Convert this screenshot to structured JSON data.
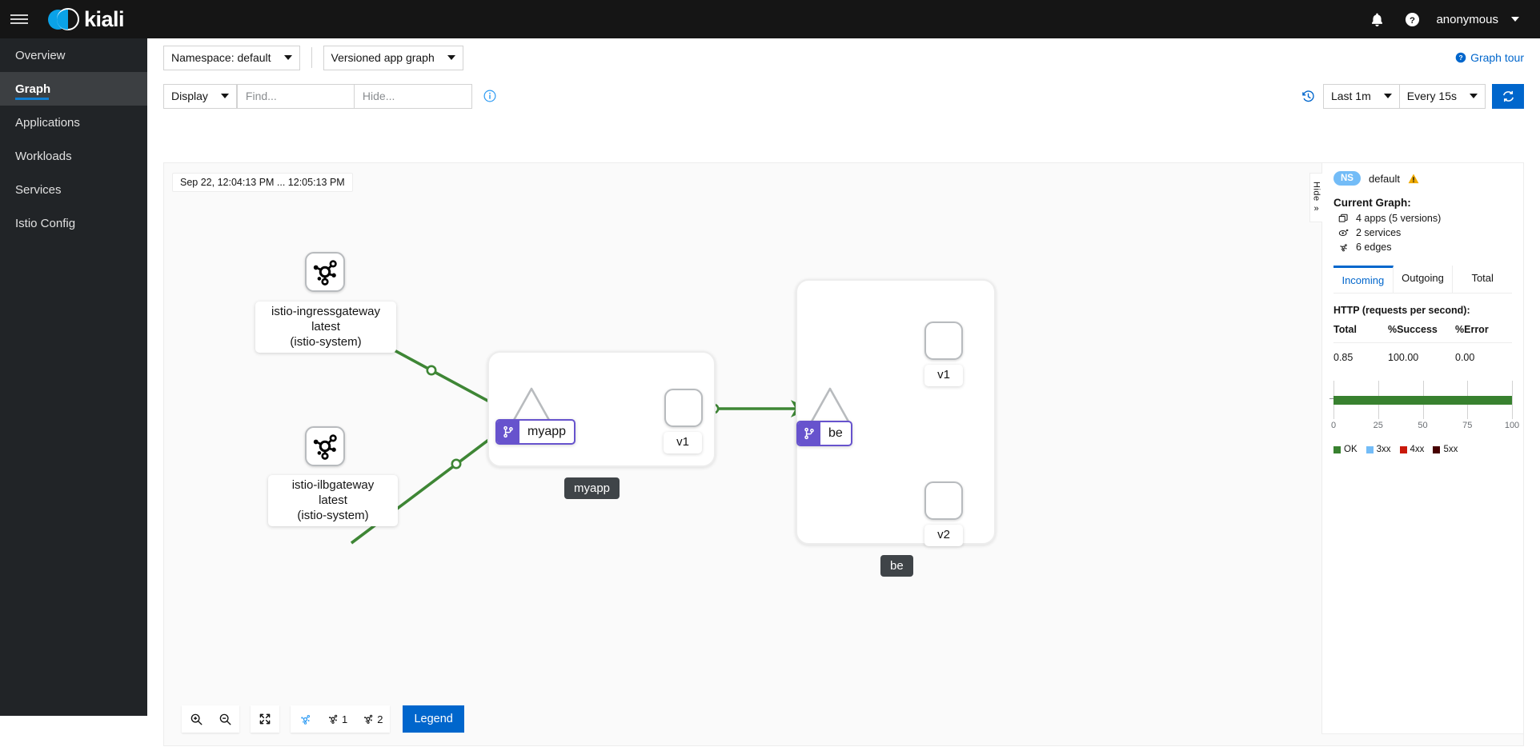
{
  "masthead": {
    "menu_icon": "hamburger-icon",
    "brand": "kiali",
    "notification_icon": "bell-icon",
    "help_icon": "help-circle-icon",
    "user": "anonymous",
    "user_caret": "chevron-down-icon"
  },
  "sidebar": {
    "items": [
      {
        "label": "Overview",
        "active": false
      },
      {
        "label": "Graph",
        "active": true
      },
      {
        "label": "Applications",
        "active": false
      },
      {
        "label": "Workloads",
        "active": false
      },
      {
        "label": "Services",
        "active": false
      },
      {
        "label": "Istio Config",
        "active": false
      }
    ]
  },
  "toolbar": {
    "namespace_select": "Namespace: default",
    "graph_type_select": "Versioned app graph",
    "display_select": "Display",
    "find_placeholder": "Find...",
    "hide_placeholder": "Hide...",
    "info_icon": "info-circle-icon",
    "graph_tour": "Graph tour",
    "history_icon": "history-icon",
    "time_range": "Last 1m",
    "refresh_interval": "Every 15s",
    "refresh_icon": "sync-icon"
  },
  "graph": {
    "time_chip": "Sep 22, 12:04:13 PM ... 12:05:13 PM",
    "nodes": [
      {
        "id": "ingressgateway",
        "type": "app-box",
        "icon": "service-mesh-icon",
        "label": "istio-ingressgateway\nlatest\n(istio-system)"
      },
      {
        "id": "ilbgateway",
        "type": "app-box",
        "icon": "service-mesh-icon",
        "label": "istio-ilbgateway\nlatest\n(istio-system)"
      },
      {
        "id": "myapp-service",
        "type": "service-triangle",
        "label": "myapp",
        "badge": "virtualservice-icon"
      },
      {
        "id": "myapp-v1",
        "type": "workload-box",
        "label": "v1"
      },
      {
        "id": "be-service",
        "type": "service-triangle",
        "label": "be",
        "badge": "virtualservice-icon"
      },
      {
        "id": "be-v1",
        "type": "workload-box",
        "label": "v1"
      },
      {
        "id": "be-v2",
        "type": "workload-box",
        "label": "v2"
      }
    ],
    "groups": [
      {
        "id": "myapp-group",
        "label": "myapp"
      },
      {
        "id": "be-group",
        "label": "be"
      }
    ],
    "edge_colors": {
      "healthy": "#3e8635",
      "idle": "#8a8d90"
    },
    "bottom_toolbar": {
      "zoom_in": "zoom-in-icon",
      "zoom_out": "zoom-out-icon",
      "fit_screen": "expand-icon",
      "layout_default": "topology-icon",
      "layout_1": "1",
      "layout_2": "2",
      "legend": "Legend"
    }
  },
  "side_panel": {
    "hide_label": "Hide",
    "hide_icon": "double-chevron-right-icon",
    "ns_pill": "NS",
    "ns_name": "default",
    "warning_icon": "warning-triangle-icon",
    "current_graph_title": "Current Graph:",
    "stats": [
      {
        "icon": "apps-icon",
        "text": "4 apps (5 versions)"
      },
      {
        "icon": "service-icon",
        "text": "2 services"
      },
      {
        "icon": "edges-icon",
        "text": "6 edges"
      }
    ],
    "tabs": [
      {
        "label": "Incoming",
        "active": true
      },
      {
        "label": "Outgoing",
        "active": false
      },
      {
        "label": "Total",
        "active": false
      }
    ],
    "http_title": "HTTP (requests per second):",
    "metric_headers": [
      "Total",
      "%Success",
      "%Error"
    ],
    "metric_values": [
      "0.85",
      "100.00",
      "0.00"
    ]
  },
  "chart_data": {
    "type": "bar",
    "orientation": "horizontal",
    "title": "",
    "categories": [
      "OK"
    ],
    "series": [
      {
        "name": "OK",
        "values": [
          100
        ],
        "color": "#38812f"
      },
      {
        "name": "3xx",
        "values": [
          0
        ],
        "color": "#73bcf7"
      },
      {
        "name": "4xx",
        "values": [
          0
        ],
        "color": "#c9190b"
      },
      {
        "name": "5xx",
        "values": [
          0
        ],
        "color": "#470000"
      }
    ],
    "xlabel": "",
    "ylabel": "",
    "xlim": [
      0,
      100
    ],
    "xticks": [
      0,
      25,
      50,
      75,
      100
    ],
    "grid": true,
    "legend_position": "bottom",
    "legend_entries": [
      "OK",
      "3xx",
      "4xx",
      "5xx"
    ]
  }
}
